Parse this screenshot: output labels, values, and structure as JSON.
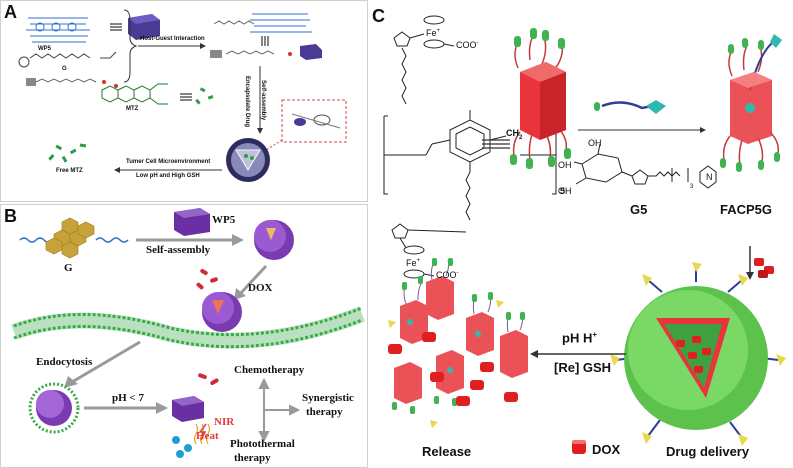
{
  "panel_a": {
    "letter": "A",
    "wp5_label": "WP5",
    "g_label": "G",
    "mtz_label": "MTZ",
    "free_mtz_label": "Free MTZ",
    "host_guest_label": "Host-Guest Interaction",
    "self_assembly_label": "Self-assembly",
    "encapsulate_label": "Encapsulate Drug",
    "tumor_line1": "Tumer Cell Microenvironment",
    "tumor_line2": "Low pH and High GSH"
  },
  "panel_b": {
    "letter": "B",
    "wp5_label": "WP5",
    "self_assembly_label": "Self-assembly",
    "g_label": "G",
    "dox_label": "DOX",
    "endocytosis_label": "Endocytosis",
    "ph_label": "pH < 7",
    "chemo_label": "Chemotherapy",
    "synergistic_line1": "Synergistic",
    "synergistic_line2": "therapy",
    "nir_label": "NIR",
    "heat_label": "Heat",
    "photothermal_line1": "Photothermal",
    "photothermal_line2": "therapy"
  },
  "panel_c": {
    "letter": "C",
    "subscript_5": "5",
    "ch2_label": "CH",
    "ch2_sub": "2",
    "coo_label": "COO",
    "coo_sup": "-",
    "fe_label": "Fe",
    "fe_sup": "+",
    "g5_label": "G5",
    "facp5g_label": "FACP5G",
    "oh_label": "OH",
    "n_plus_label": "N",
    "subscript_3": "3",
    "release_label": "Release",
    "drug_delivery_label": "Drug delivery",
    "dox_label": "DOX",
    "ph_line": "pH  H",
    "ph_sup": "+",
    "re_gsh_line": "[Re] GSH"
  },
  "colors": {
    "pillar_red": "#e8343a",
    "green_cap": "#3fb34f",
    "wp5_purple": "#5b3c9a",
    "sphere_green": "#5cc24c",
    "membrane_green": "#3aaa48",
    "arrow_gray": "#9a9a9a",
    "dox_red": "#e02020",
    "teal": "#2fb8b0"
  }
}
